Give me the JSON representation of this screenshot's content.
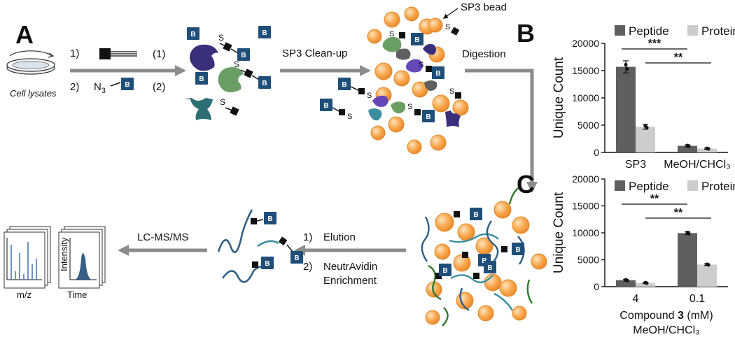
{
  "panels": {
    "a_letter": "A",
    "b_letter": "B",
    "c_letter": "C"
  },
  "workflow": {
    "cell_lysates": "Cell lysates",
    "step1_num": "1)",
    "step1_cmp": "(1)",
    "step2_num": "2)",
    "step2_n3": "N",
    "step2_sub": "3",
    "step2_cmp": "(2)",
    "tag_letter": "B",
    "sulfur": "S",
    "sp3_cleanup": "SP3 Clean-up",
    "sp3_bead": "SP3 bead",
    "digestion": "Digestion",
    "elution_num": "1)",
    "elution": "Elution",
    "enrich_num": "2)",
    "enrich_line1": "NeutrAvidin",
    "enrich_line2": "Enrichment",
    "lcms": "LC-MS/MS",
    "ms_xlabel": "m/z",
    "lc_ylabel": "Intensity",
    "lc_xlabel": "Time"
  },
  "colors": {
    "tag_blue": "#1f4e79",
    "bead_orange": "#f9a94e",
    "peptide_bar": "#5f5f5f",
    "protein_bar": "#cdcdcd",
    "arrow_grey": "#8c8c8c"
  },
  "chart_data": [
    {
      "type": "bar",
      "panel": "B",
      "categories": [
        "SP3",
        "MeOH/CHCl₃"
      ],
      "series": [
        {
          "name": "Peptide",
          "values": [
            15700,
            1200
          ]
        },
        {
          "name": "Protein",
          "values": [
            4700,
            700
          ]
        }
      ],
      "errors": [
        [
          1100,
          200
        ],
        [
          450,
          120
        ]
      ],
      "ylabel": "Unique Count",
      "yticks": [
        "0",
        "5000",
        "10000",
        "15000",
        "20000"
      ],
      "ylim": [
        0,
        20000
      ],
      "legend": "top",
      "significance": [
        "***",
        "**"
      ]
    },
    {
      "type": "bar",
      "panel": "C",
      "categories": [
        "4",
        "0.1"
      ],
      "series": [
        {
          "name": "Peptide",
          "values": [
            1200,
            9950
          ]
        },
        {
          "name": "Protein",
          "values": [
            700,
            4100
          ]
        }
      ],
      "errors": [
        [
          180,
          300
        ],
        [
          120,
          150
        ]
      ],
      "xlabel_pre": "Compound ",
      "xlabel_bold": "3",
      "xlabel_post": " (mM)",
      "xlabel_line2": "MeOH/CHCl₃",
      "ylabel": "Unique Count",
      "yticks": [
        "0",
        "5000",
        "10000",
        "15000",
        "20000"
      ],
      "ylim": [
        0,
        20000
      ],
      "legend": "top",
      "significance": [
        "**",
        "**"
      ]
    }
  ]
}
